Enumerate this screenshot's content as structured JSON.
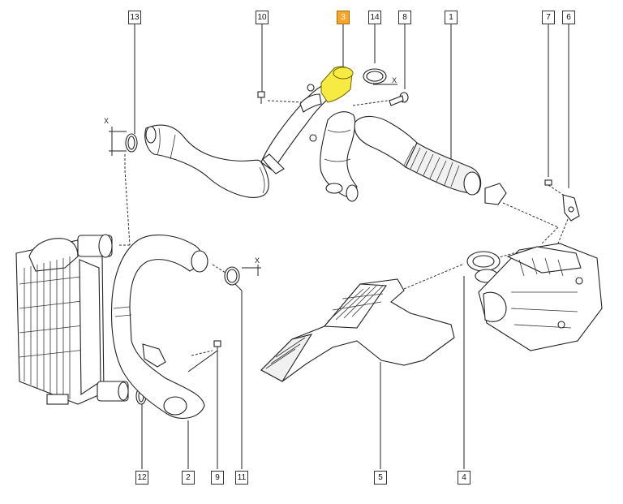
{
  "callouts": [
    {
      "id": "13",
      "label": "13",
      "highlight": false
    },
    {
      "id": "10",
      "label": "10",
      "highlight": false
    },
    {
      "id": "3",
      "label": "3",
      "highlight": true
    },
    {
      "id": "14",
      "label": "14",
      "highlight": false
    },
    {
      "id": "8",
      "label": "8",
      "highlight": false
    },
    {
      "id": "1",
      "label": "1",
      "highlight": false
    },
    {
      "id": "7",
      "label": "7",
      "highlight": false
    },
    {
      "id": "6",
      "label": "6",
      "highlight": false
    },
    {
      "id": "12",
      "label": "12",
      "highlight": false
    },
    {
      "id": "2",
      "label": "2",
      "highlight": false
    },
    {
      "id": "9",
      "label": "9",
      "highlight": false
    },
    {
      "id": "11",
      "label": "11",
      "highlight": false
    },
    {
      "id": "5",
      "label": "5",
      "highlight": false
    },
    {
      "id": "4",
      "label": "4",
      "highlight": false
    }
  ],
  "dimension_marks": [
    "X",
    "X",
    "X"
  ],
  "colors": {
    "highlight": "#f6a62b",
    "highlight_part": "#f7ea43",
    "line": "#222222"
  }
}
